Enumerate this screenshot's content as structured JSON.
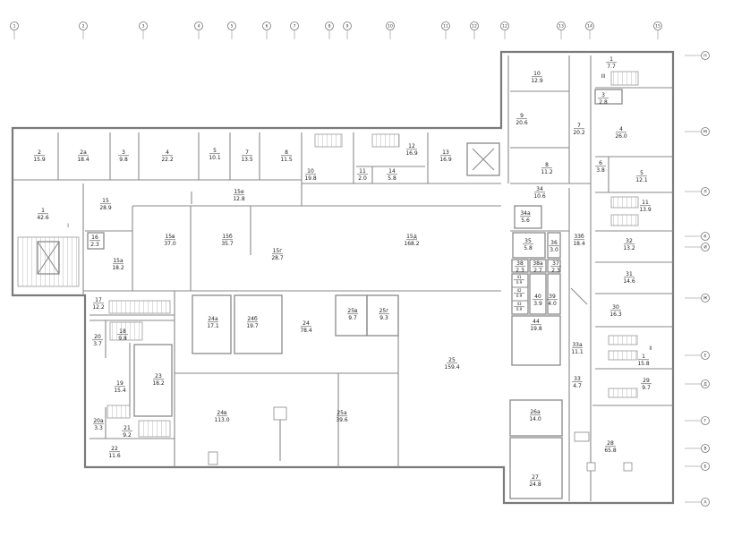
{
  "axes": {
    "columns": [
      "1",
      "2",
      "3",
      "4",
      "5",
      "6",
      "7",
      "8",
      "9",
      "10",
      "11",
      "12",
      "12",
      "13",
      "14",
      "15"
    ],
    "rows": [
      "Н",
      "М",
      "Л",
      "К",
      "И",
      "Ж",
      "Е",
      "Д",
      "Г",
      "В",
      "Б",
      "А"
    ]
  },
  "stair_marks": [
    "I",
    "III",
    "II"
  ],
  "rooms": [
    {
      "id": "2",
      "area": "15.9"
    },
    {
      "id": "2а",
      "area": "18.4"
    },
    {
      "id": "3",
      "area": "9.8"
    },
    {
      "id": "4",
      "area": "22.2"
    },
    {
      "id": "5",
      "area": "10.1"
    },
    {
      "id": "7",
      "area": "13.5"
    },
    {
      "id": "8",
      "area": "11.5"
    },
    {
      "id": "10",
      "area": "19.8"
    },
    {
      "id": "11",
      "area": "2.0"
    },
    {
      "id": "14",
      "area": "5.8"
    },
    {
      "id": "12",
      "area": "16.9"
    },
    {
      "id": "13",
      "area": "16.9"
    },
    {
      "id": "1",
      "area": "42.6"
    },
    {
      "id": "15",
      "area": "28.9"
    },
    {
      "id": "15е",
      "area": "12.8"
    },
    {
      "id": "16",
      "area": "2.3"
    },
    {
      "id": "15а",
      "area": "18.2"
    },
    {
      "id": "15в",
      "area": "37.0"
    },
    {
      "id": "15б",
      "area": "35.7"
    },
    {
      "id": "15г",
      "area": "28.7"
    },
    {
      "id": "15д",
      "area": "168.2"
    },
    {
      "id": "17",
      "area": "12.2"
    },
    {
      "id": "18",
      "area": "9.8"
    },
    {
      "id": "20",
      "area": "3.7"
    },
    {
      "id": "19",
      "area": "15.4"
    },
    {
      "id": "23",
      "area": "18.2"
    },
    {
      "id": "20а",
      "area": "3.3"
    },
    {
      "id": "21",
      "area": "9.2"
    },
    {
      "id": "22",
      "area": "11.6"
    },
    {
      "id": "24а",
      "area": "17.1"
    },
    {
      "id": "24б",
      "area": "19.7"
    },
    {
      "id": "24",
      "area": "78.4"
    },
    {
      "id": "25в",
      "area": "9.7"
    },
    {
      "id": "25г",
      "area": "9.3"
    },
    {
      "id": "24в",
      "area": "113.0"
    },
    {
      "id": "25а",
      "area": "39.6"
    },
    {
      "id": "25",
      "area": "159.4"
    },
    {
      "id": "10",
      "area": "12.9"
    },
    {
      "id": "9",
      "area": "20.6"
    },
    {
      "id": "8",
      "area": "11.2"
    },
    {
      "id": "7",
      "area": "20.2"
    },
    {
      "id": "1",
      "area": "7.7"
    },
    {
      "id": "3",
      "area": "2.8"
    },
    {
      "id": "4",
      "area": "26.0"
    },
    {
      "id": "6",
      "area": "3.8"
    },
    {
      "id": "5",
      "area": "12.1"
    },
    {
      "id": "11",
      "area": "13.9"
    },
    {
      "id": "34",
      "area": "10.6"
    },
    {
      "id": "34а",
      "area": "5.6"
    },
    {
      "id": "33б",
      "area": "18.4"
    },
    {
      "id": "32",
      "area": "13.2"
    },
    {
      "id": "35",
      "area": "5.8"
    },
    {
      "id": "36",
      "area": "3.0"
    },
    {
      "id": "38",
      "area": "2.3"
    },
    {
      "id": "38а",
      "area": "2.7"
    },
    {
      "id": "37",
      "area": "2.3"
    },
    {
      "id": "31",
      "area": "14.6"
    },
    {
      "id": "41",
      "area": "0.9"
    },
    {
      "id": "42",
      "area": "0.9"
    },
    {
      "id": "43",
      "area": "0.9"
    },
    {
      "id": "40",
      "area": "3.9"
    },
    {
      "id": "39",
      "area": "4.0"
    },
    {
      "id": "30",
      "area": "16.3"
    },
    {
      "id": "44",
      "area": "19.8"
    },
    {
      "id": "33а",
      "area": "11.1"
    },
    {
      "id": "1",
      "area": "15.8"
    },
    {
      "id": "29",
      "area": "9.7"
    },
    {
      "id": "33",
      "area": "4.7"
    },
    {
      "id": "26а",
      "area": "14.0"
    },
    {
      "id": "28",
      "area": "65.8"
    },
    {
      "id": "27",
      "area": "24.8"
    }
  ]
}
